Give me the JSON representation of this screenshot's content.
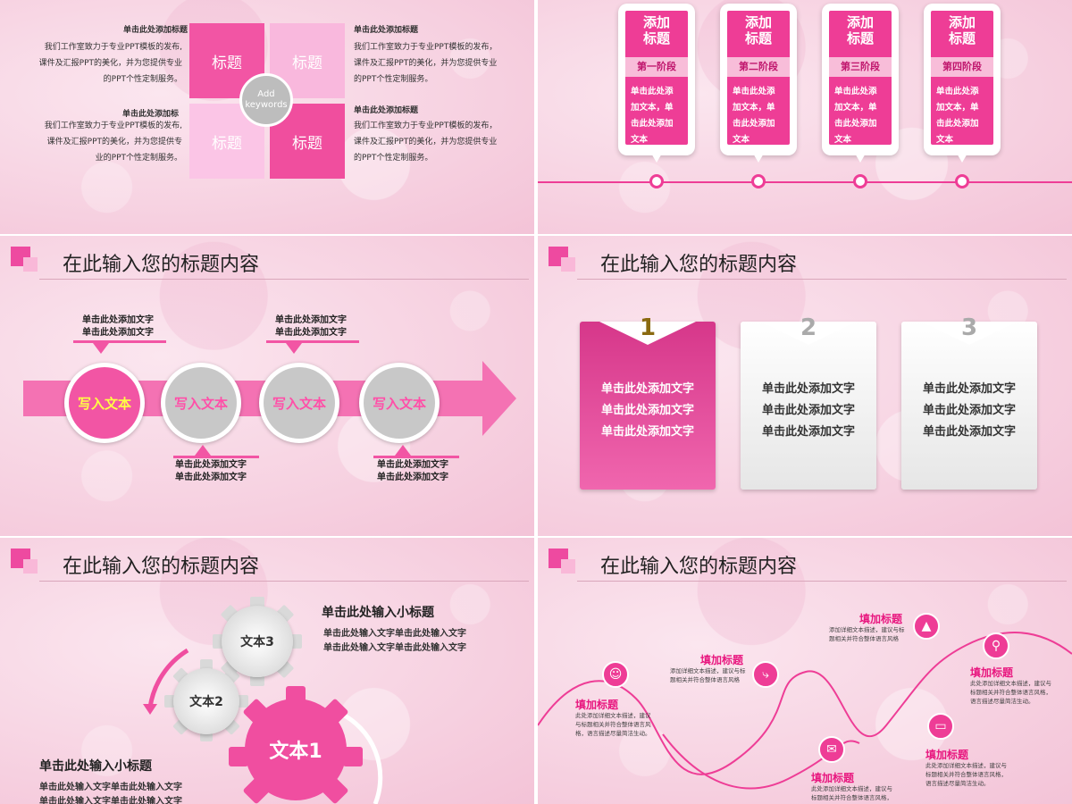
{
  "slide_title": "在此输入您的标题内容",
  "s1": {
    "tl_head": "单击此处添加标题",
    "tl_body": [
      "我们工作室致力于专业PPT模板的发布,",
      "课件及汇报PPT的美化，并为您提供专业",
      "的PPT个性定制服务。"
    ],
    "bl_head": "单击此处添加标",
    "bl_body": [
      "我们工作室致力于专业PPT模板的发布,",
      "课件及汇报PPT的美化，并为您提供专",
      "业的PPT个性定制服务。"
    ],
    "tr_head": "单击此处添加标题",
    "tr_body": [
      "我们工作室致力于专业PPT模板的发布，",
      "课件及汇报PPT的美化，并为您提供专业",
      "的PPT个性定制服务。"
    ],
    "br_head": "单击此处添加标题",
    "br_body": [
      "我们工作室致力于专业PPT模板的发布，",
      "课件及汇报PPT的美化，并为您提供专业",
      "的PPT个性定制服务。"
    ],
    "piece": "标题",
    "center": [
      "Add",
      "keywords"
    ]
  },
  "s2": {
    "cards": [
      {
        "h": [
          "添加",
          "标题"
        ],
        "stage": "第一阶段",
        "body": [
          "单击此处添",
          "加文本，单",
          "击此处添加",
          "文本"
        ]
      },
      {
        "h": [
          "添加",
          "标题"
        ],
        "stage": "第二阶段",
        "body": [
          "单击此处添",
          "加文本，单",
          "击此处添加",
          "文本"
        ]
      },
      {
        "h": [
          "添加",
          "标题"
        ],
        "stage": "第三阶段",
        "body": [
          "单击此处添",
          "加文本，单",
          "击此处添加",
          "文本"
        ]
      },
      {
        "h": [
          "添加",
          "标题"
        ],
        "stage": "第四阶段",
        "body": [
          "单击此处添",
          "加文本，单",
          "击此处添加",
          "文本"
        ]
      }
    ]
  },
  "s3": {
    "circle": "写入文本",
    "label": [
      "单击此处添加文字",
      "单击此处添加文字"
    ]
  },
  "s4": {
    "nums": [
      "1",
      "2",
      "3"
    ],
    "text": [
      "单击此处添加文字",
      "单击此处添加文字",
      "单击此处添加文字"
    ]
  },
  "s5": {
    "gear1": "文本1",
    "gear2": "文本2",
    "gear3": "文本3",
    "sub": "单击此处输入小标题",
    "body": [
      "单击此处输入文字单击此处输入文字",
      "单击此处输入文字单击此处输入文字"
    ]
  },
  "s6": {
    "head": "填加标题",
    "items": [
      {
        "body": [
          "此处添加详细文本描述，建议",
          "与标题相关并符合整体语言风",
          "格，语言描述尽量简洁生动。"
        ]
      },
      {
        "body": [
          "添加详细文本描述，建议与标",
          "题相关并符合整体语言风格"
        ]
      },
      {
        "body": [
          "添加详细文本描述，建议与标",
          "题相关并符合整体语言风格"
        ]
      },
      {
        "body": [
          "此处添加详细文本描述，建议与",
          "标题相关并符合整体语言风格，",
          "语言描述尽量简洁生动。"
        ]
      },
      {
        "body": [
          "此处添加详细文本描述，建议与",
          "标题相关并符合整体语言风格，",
          "语言描述尽量简洁生动。"
        ]
      },
      {
        "body": [
          "此处添加详细文本描述，建议与",
          "标题相关并符合整体语言风格，"
        ]
      }
    ]
  },
  "colors": {
    "accent": "#ee3d96",
    "light": "#f8bdd9",
    "grey": "#c8c8c8"
  },
  "icons": [
    "users-icon",
    "branch-icon",
    "chart-icon",
    "search-icon",
    "laptop-icon",
    "mail-icon"
  ]
}
